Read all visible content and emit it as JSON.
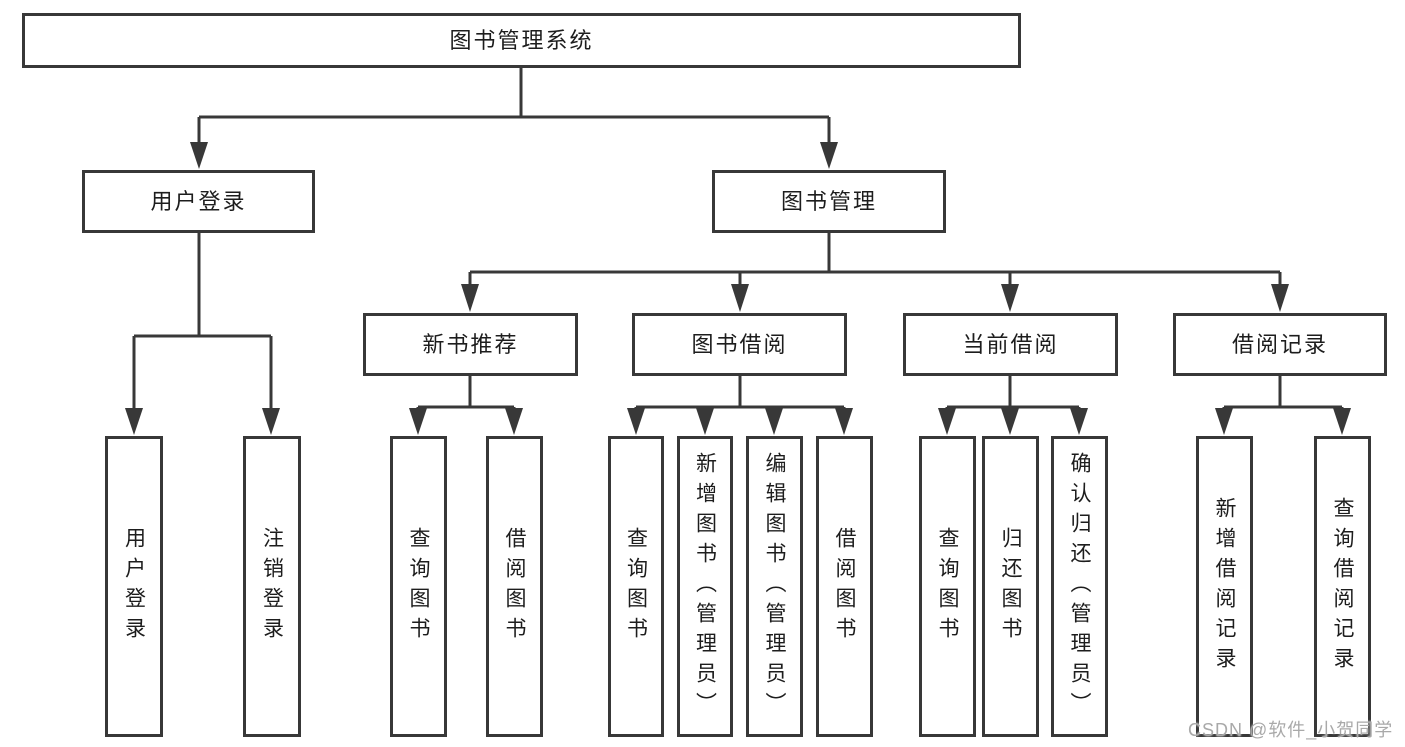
{
  "diagram": {
    "root": {
      "label": "图书管理系统"
    },
    "level2": [
      {
        "label": "用户登录"
      },
      {
        "label": "图书管理"
      }
    ],
    "level3": [
      {
        "label": "新书推荐",
        "parent": "图书管理"
      },
      {
        "label": "图书借阅",
        "parent": "图书管理"
      },
      {
        "label": "当前借阅",
        "parent": "图书管理"
      },
      {
        "label": "借阅记录",
        "parent": "图书管理"
      }
    ],
    "leaves": [
      {
        "label": "用户登录",
        "parent": "用户登录"
      },
      {
        "label": "注销登录",
        "parent": "用户登录"
      },
      {
        "label": "查询图书",
        "parent": "新书推荐"
      },
      {
        "label": "借阅图书",
        "parent": "新书推荐"
      },
      {
        "label": "查询图书",
        "parent": "图书借阅"
      },
      {
        "label": "新增图书（管理员）",
        "parent": "图书借阅"
      },
      {
        "label": "编辑图书（管理员）",
        "parent": "图书借阅"
      },
      {
        "label": "借阅图书",
        "parent": "图书借阅"
      },
      {
        "label": "查询图书",
        "parent": "当前借阅"
      },
      {
        "label": "归还图书",
        "parent": "当前借阅"
      },
      {
        "label": "确认归还（管理员）",
        "parent": "当前借阅"
      },
      {
        "label": "新增借阅记录",
        "parent": "借阅记录"
      },
      {
        "label": "查询借阅记录",
        "parent": "借阅记录"
      }
    ],
    "watermark": "CSDN @软件_小贺同学",
    "colors": {
      "line": "#383838",
      "text": "#1d1d1d",
      "watermark": "#a9a9a9",
      "background": "#ffffff"
    }
  }
}
